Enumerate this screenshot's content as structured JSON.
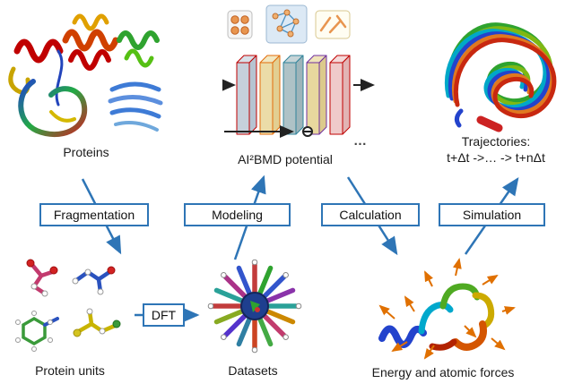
{
  "colors": {
    "accent": "#2E75B6",
    "flow_arrow": "#2E75B6",
    "network_arrow": "#222222",
    "force_arrow": "#E07000"
  },
  "top_row": {
    "proteins_label": "Proteins",
    "potential_label": "AI²BMD potential",
    "trajectories_title": "Trajectories:",
    "trajectories_formula": "t+Δt ->… -> t+nΔt"
  },
  "process_steps": [
    {
      "label": "Fragmentation"
    },
    {
      "label": "Modeling"
    },
    {
      "label": "Calculation"
    },
    {
      "label": "Simulation"
    }
  ],
  "bottom_row": {
    "protein_units_label": "Protein units",
    "dft_label": "DFT",
    "datasets_label": "Datasets",
    "energy_label": "Energy and atomic forces"
  },
  "network": {
    "ellipsis": "…"
  },
  "icons": {
    "molecules_icon": "orange-sphere-grid",
    "graph_icon": "molecular-graph-network",
    "fragments_icon": "orange-bond-sticks"
  }
}
